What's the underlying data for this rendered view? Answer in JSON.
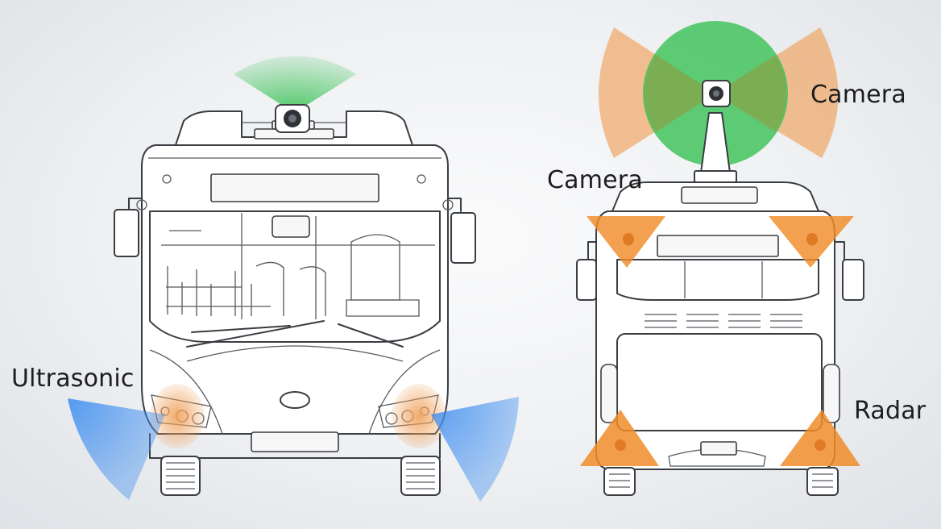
{
  "labels": {
    "ultrasonic": "Ultrasonic",
    "camera_left": "Camera",
    "camera_right": "Camera",
    "radar": "Radar"
  },
  "colors": {
    "ultrasonic": "#3b8cf0",
    "camera_fov": "#f0a05a",
    "camera_top": "#3cc257",
    "radar": "#f08c2a",
    "outline": "#3a3d42"
  }
}
